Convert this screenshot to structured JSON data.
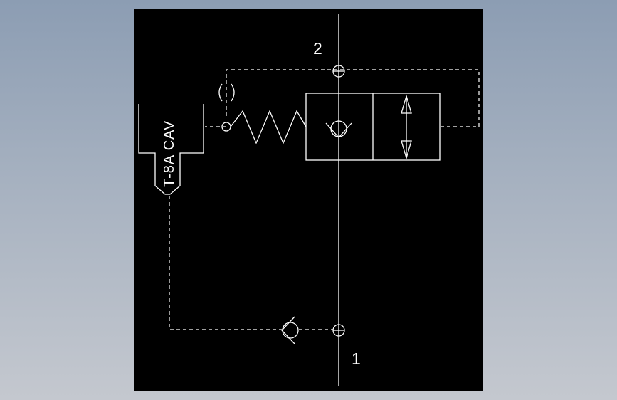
{
  "viewport": {
    "background": "#9aa6b8"
  },
  "drawing": {
    "background": "#000000",
    "line_color": "#ffffff",
    "port_top_label": "2",
    "port_bottom_label": "1",
    "cavity_label": "T-8A CAV"
  }
}
